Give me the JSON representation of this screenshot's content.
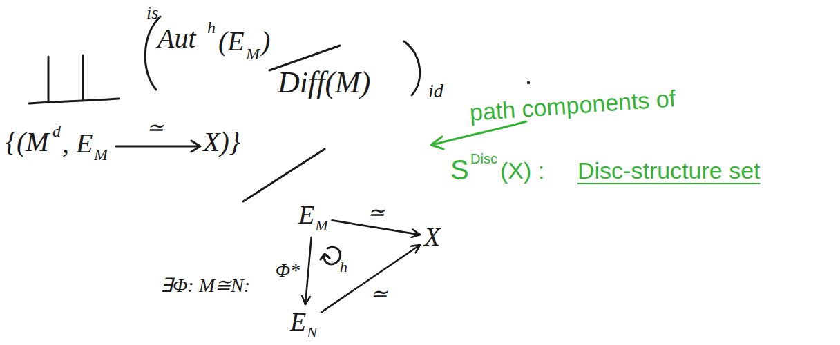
{
  "diagram": {
    "nodes": [
      {
        "text": [
          "E",
          "M"
        ]
      },
      {
        "text": [
          "X"
        ]
      },
      {
        "text": [
          "E",
          "N"
        ]
      }
    ],
    "edges": [
      {
        "from": 0,
        "to": 1,
        "arrow": "to",
        "label": "≃"
      },
      {
        "from": 0,
        "to": 2,
        "arrow": "to",
        "label": "Φ*"
      },
      {
        "from": 2,
        "to": 1,
        "arrow": "to",
        "label": "≃"
      }
    ],
    "labels": [
      "is",
      "Aut",
      "h",
      "(E",
      "M",
      ")",
      "Diff(M)",
      "id",
      "path components of",
      "{(M",
      "d",
      ", E",
      "M",
      "≃",
      "X)}",
      "S",
      "Disc",
      "(X) :",
      "Disc-structure set",
      "∃Φ: M≅N:",
      "h"
    ]
  }
}
